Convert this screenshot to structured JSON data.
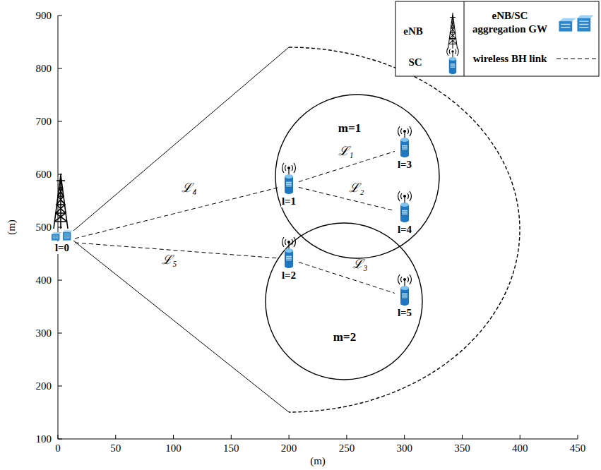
{
  "diagram": {
    "nodes": [
      {
        "text": [
          "l=0"
        ]
      },
      {
        "text": [
          "m=1"
        ]
      },
      {
        "text": [
          "l=1"
        ],
        "in": 1
      },
      {
        "text": [
          "l=3"
        ],
        "in": 1
      },
      {
        "text": [
          "l=4"
        ],
        "in": 1
      },
      {
        "text": [
          "m=2"
        ]
      },
      {
        "text": [
          "l=2"
        ],
        "in": 5
      },
      {
        "text": [
          "l=5"
        ],
        "in": 5
      }
    ],
    "edges": [
      {
        "from": 0,
        "to": 2,
        "arrow": "none",
        "label": "ℒ₄"
      },
      {
        "from": 0,
        "to": 6,
        "arrow": "none",
        "label": "ℒ₅"
      },
      {
        "from": 2,
        "to": 3,
        "arrow": "none",
        "label": "ℒ₁"
      },
      {
        "from": 2,
        "to": 4,
        "arrow": "none",
        "label": "ℒ₂"
      },
      {
        "from": 6,
        "to": 7,
        "arrow": "none",
        "label": "ℒ₃"
      }
    ],
    "labels": [
      "0",
      "50",
      "100",
      "150",
      "200",
      "250",
      "300",
      "350",
      "400",
      "450",
      "900",
      "800",
      "700",
      "600",
      "500",
      "400",
      "300",
      "200",
      "100",
      "(m)",
      "(m)"
    ],
    "legend": [
      {
        "text": "eNB"
      },
      {
        "text": "SC"
      },
      {
        "text": "eNB/SC aggregation GW"
      },
      {
        "text": "wireless BH link"
      }
    ]
  }
}
